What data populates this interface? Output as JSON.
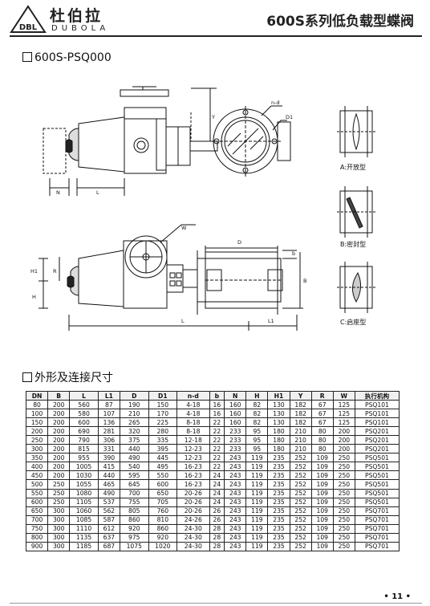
{
  "header": {
    "logo_text": "DBL",
    "brand_cn": "杜伯拉",
    "brand_en": "DUBOLA",
    "title": "600S系列低负载型蝶阀"
  },
  "model_heading": "600S-PSQ000",
  "drawing_labels": {
    "N": "N",
    "L": "L",
    "Y": "Y",
    "n_d": "n-d",
    "D1": "D1",
    "W": "W",
    "D": "D",
    "b": "b",
    "B": "B",
    "H1": "H1",
    "R": "R",
    "H": "H",
    "L1": "L1"
  },
  "disc_types": [
    {
      "label": "A:开放型"
    },
    {
      "label": "B:密封型"
    },
    {
      "label": "C:启座型"
    }
  ],
  "table_heading": "外形及连接尺寸",
  "table": {
    "headers": [
      "DN",
      "B",
      "L",
      "L1",
      "D",
      "D1",
      "n-d",
      "b",
      "N",
      "H",
      "H1",
      "Y",
      "R",
      "W",
      "执行机构"
    ],
    "rows": [
      [
        "80",
        "200",
        "560",
        "87",
        "190",
        "150",
        "4-18",
        "16",
        "160",
        "82",
        "130",
        "182",
        "67",
        "125",
        "PSQ101"
      ],
      [
        "100",
        "200",
        "580",
        "107",
        "210",
        "170",
        "4-18",
        "16",
        "160",
        "82",
        "130",
        "182",
        "67",
        "125",
        "PSQ101"
      ],
      [
        "150",
        "200",
        "600",
        "136",
        "265",
        "225",
        "8-18",
        "22",
        "160",
        "82",
        "130",
        "182",
        "67",
        "125",
        "PSQ101"
      ],
      [
        "200",
        "200",
        "690",
        "281",
        "320",
        "280",
        "8-18",
        "22",
        "233",
        "95",
        "180",
        "210",
        "80",
        "200",
        "PSQ201"
      ],
      [
        "250",
        "200",
        "790",
        "306",
        "375",
        "335",
        "12-18",
        "22",
        "233",
        "95",
        "180",
        "210",
        "80",
        "200",
        "PSQ201"
      ],
      [
        "300",
        "200",
        "815",
        "331",
        "440",
        "395",
        "12-23",
        "22",
        "233",
        "95",
        "180",
        "210",
        "80",
        "200",
        "PSQ201"
      ],
      [
        "350",
        "200",
        "955",
        "390",
        "490",
        "445",
        "12-23",
        "22",
        "243",
        "119",
        "235",
        "252",
        "109",
        "250",
        "PSQ501"
      ],
      [
        "400",
        "200",
        "1005",
        "415",
        "540",
        "495",
        "16-23",
        "22",
        "243",
        "119",
        "235",
        "252",
        "109",
        "250",
        "PSQ501"
      ],
      [
        "450",
        "200",
        "1030",
        "440",
        "595",
        "550",
        "16-23",
        "24",
        "243",
        "119",
        "235",
        "252",
        "109",
        "250",
        "PSQ501"
      ],
      [
        "500",
        "250",
        "1055",
        "465",
        "645",
        "600",
        "16-23",
        "24",
        "243",
        "119",
        "235",
        "252",
        "109",
        "250",
        "PSQ501"
      ],
      [
        "550",
        "250",
        "1080",
        "490",
        "700",
        "650",
        "20-26",
        "24",
        "243",
        "119",
        "235",
        "252",
        "109",
        "250",
        "PSQ501"
      ],
      [
        "600",
        "250",
        "1105",
        "537",
        "755",
        "705",
        "20-26",
        "24",
        "243",
        "119",
        "235",
        "252",
        "109",
        "250",
        "PSQ501"
      ],
      [
        "650",
        "300",
        "1060",
        "562",
        "805",
        "760",
        "20-26",
        "26",
        "243",
        "119",
        "235",
        "252",
        "109",
        "250",
        "PSQ701"
      ],
      [
        "700",
        "300",
        "1085",
        "587",
        "860",
        "810",
        "24-26",
        "26",
        "243",
        "119",
        "235",
        "252",
        "109",
        "250",
        "PSQ701"
      ],
      [
        "750",
        "300",
        "1110",
        "612",
        "920",
        "860",
        "24-30",
        "28",
        "243",
        "119",
        "235",
        "252",
        "109",
        "250",
        "PSQ701"
      ],
      [
        "800",
        "300",
        "1135",
        "637",
        "975",
        "920",
        "24-30",
        "28",
        "243",
        "119",
        "235",
        "252",
        "109",
        "250",
        "PSQ701"
      ],
      [
        "900",
        "300",
        "1185",
        "687",
        "1075",
        "1020",
        "24-30",
        "28",
        "243",
        "119",
        "235",
        "252",
        "109",
        "250",
        "PSQ701"
      ]
    ]
  },
  "page_number": "• 11 •"
}
